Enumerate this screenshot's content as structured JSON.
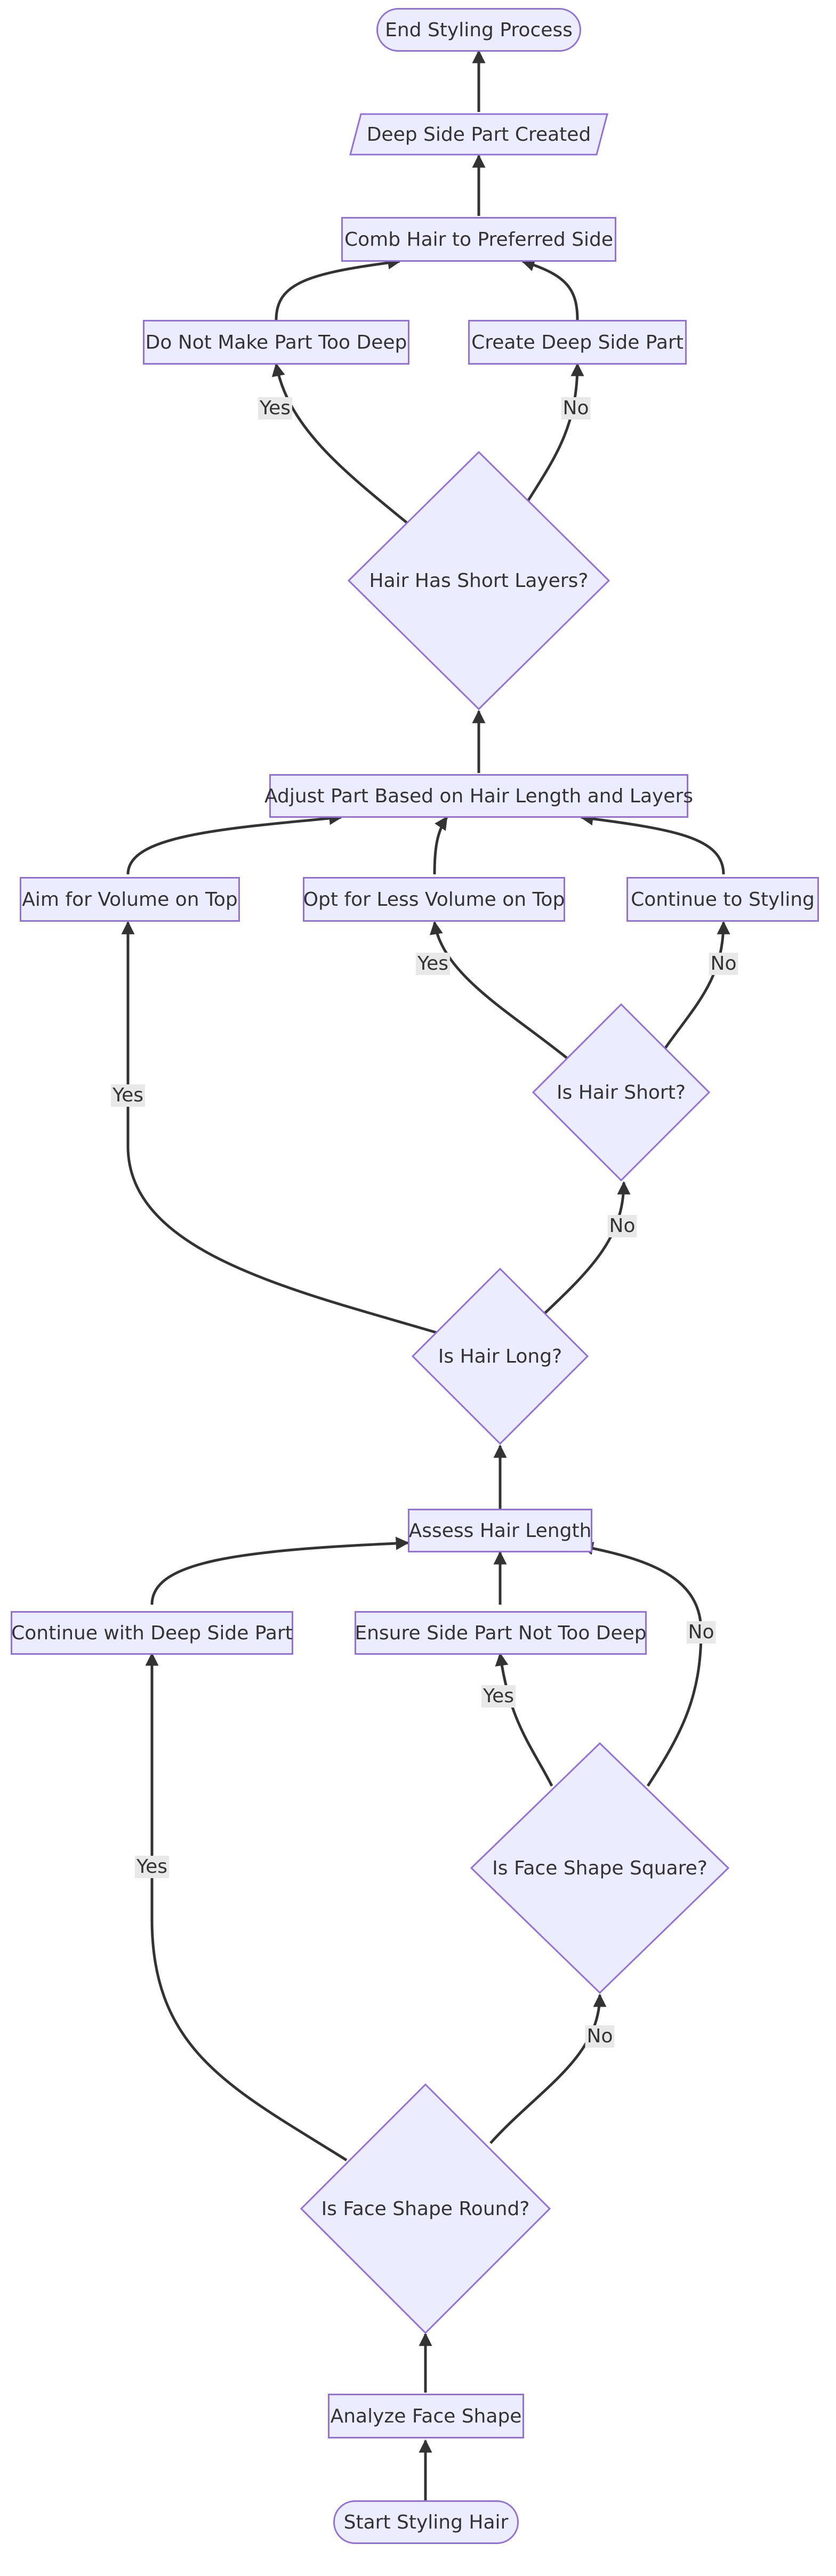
{
  "nodes": {
    "end": "End Styling Process",
    "deep_created": "Deep Side Part Created",
    "comb": "Comb Hair to Preferred Side",
    "not_too_deep": "Do Not Make Part Too Deep",
    "create_deep": "Create Deep Side Part",
    "short_layers": "Hair Has Short Layers?",
    "adjust": "Adjust Part Based on Hair Length and Layers",
    "volume_top": "Aim for Volume on Top",
    "less_volume": "Opt for Less Volume on Top",
    "continue_styling": "Continue to Styling",
    "is_short": "Is Hair Short?",
    "is_long": "Is Hair Long?",
    "assess": "Assess Hair Length",
    "continue_deep": "Continue with Deep Side Part",
    "ensure": "Ensure Side Part Not Too Deep",
    "is_square": "Is Face Shape Square?",
    "is_round": "Is Face Shape Round?",
    "analyze": "Analyze Face Shape",
    "start": "Start Styling Hair"
  },
  "edge_labels": {
    "layers_yes": "Yes",
    "layers_no": "No",
    "short_yes": "Yes",
    "short_no": "No",
    "long_yes": "Yes",
    "long_no": "No",
    "square_yes": "Yes",
    "square_no": "No",
    "round_yes": "Yes",
    "round_no": "No"
  },
  "colors": {
    "node_fill": "#ECECFF",
    "node_border": "#9370DB",
    "edge": "#333333",
    "edge_label_bg": "#E8E8E8"
  }
}
